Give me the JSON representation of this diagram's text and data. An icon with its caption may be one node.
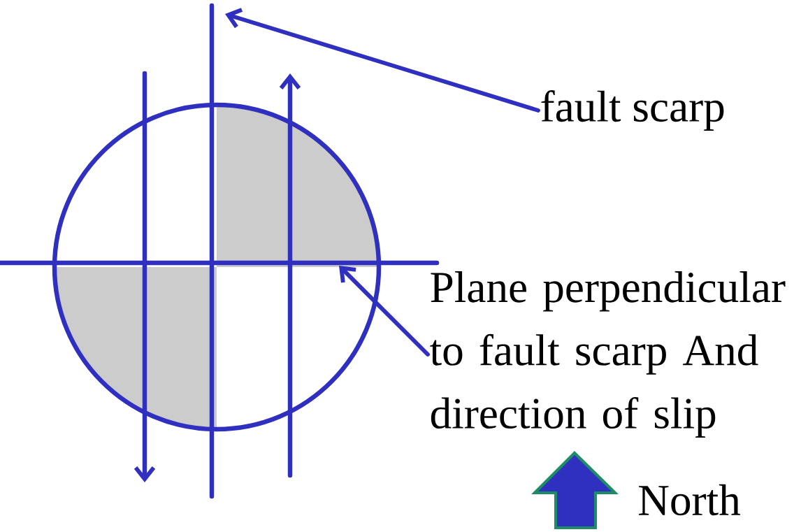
{
  "diagram": {
    "nodes": [
      {
        "text": [
          "fault scarp"
        ]
      },
      {
        "text": [
          "Plane perpendicular to fault scarp And direction of slip"
        ]
      }
    ],
    "edges": [
      {
        "from": 0,
        "to": null,
        "arrow": "to"
      },
      {
        "from": 1,
        "to": null,
        "arrow": "to"
      }
    ],
    "labels": [
      "North"
    ]
  }
}
